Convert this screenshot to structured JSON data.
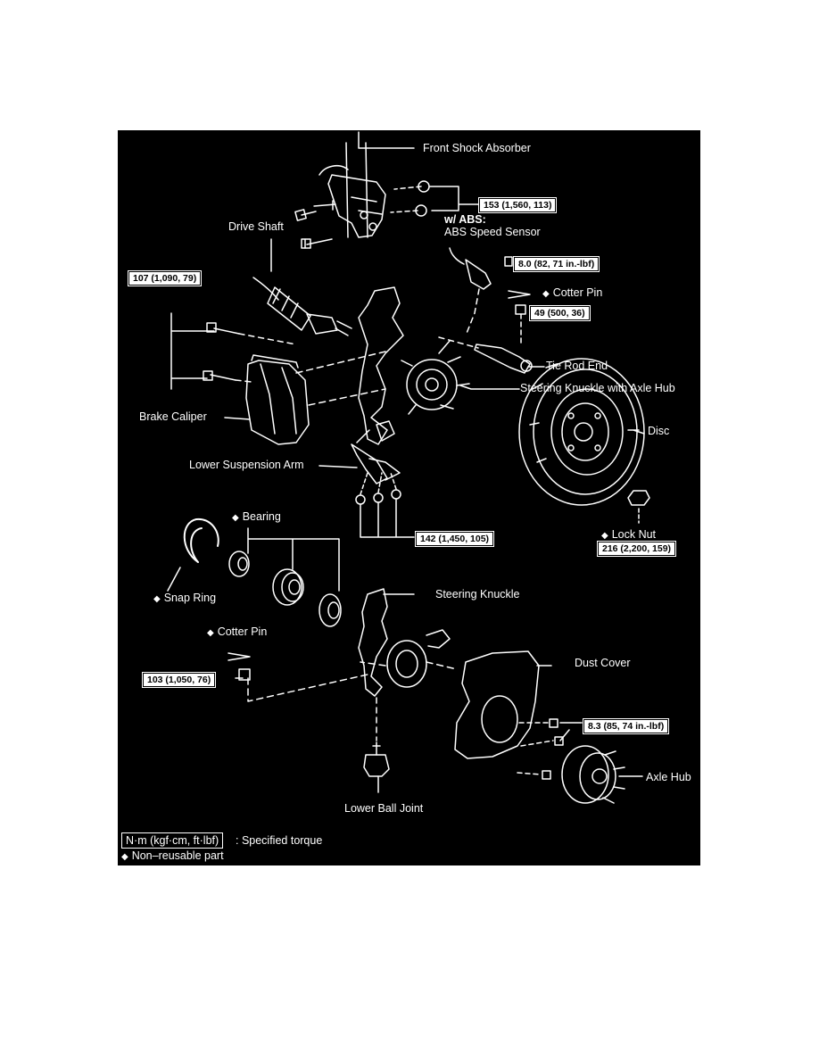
{
  "diagram": {
    "torques": {
      "shock": "153 (1,560, 113)",
      "abs_sensor": "8.0 (82, 71 in.-lbf)",
      "caliper": "107 (1,090, 79)",
      "tie_rod": "49 (500, 36)",
      "lower_arm": "142 (1,450, 105)",
      "lock_nut": "216 (2,200, 159)",
      "knuckle_nut": "103 (1,050, 76)",
      "dust_cover": "8.3 (85, 74 in.-lbf)"
    },
    "labels": {
      "front_shock_absorber": "Front Shock Absorber",
      "w_abs": "w/ ABS:",
      "abs_speed_sensor": "ABS Speed Sensor",
      "drive_shaft": "Drive Shaft",
      "cotter_pin_top": "Cotter Pin",
      "tie_rod_end": "Tie Rod End",
      "steering_knuckle_axle_hub": "Steering Knuckle with Axle Hub",
      "brake_caliper": "Brake Caliper",
      "disc": "Disc",
      "lower_suspension_arm": "Lower Suspension Arm",
      "lock_nut": "Lock Nut",
      "bearing": "Bearing",
      "snap_ring": "Snap Ring",
      "steering_knuckle": "Steering Knuckle",
      "cotter_pin_bottom": "Cotter Pin",
      "dust_cover": "Dust Cover",
      "axle_hub": "Axle Hub",
      "lower_ball_joint": "Lower Ball Joint"
    },
    "legend": {
      "torque_units": "N·m (kgf·cm, ft·lbf)",
      "torque_desc": ": Specified torque",
      "non_reusable": "Non–reusable part"
    },
    "symbol": "◆",
    "colors": {
      "background": "#000000",
      "line": "#ffffff",
      "box_fill": "#ffffff"
    }
  }
}
